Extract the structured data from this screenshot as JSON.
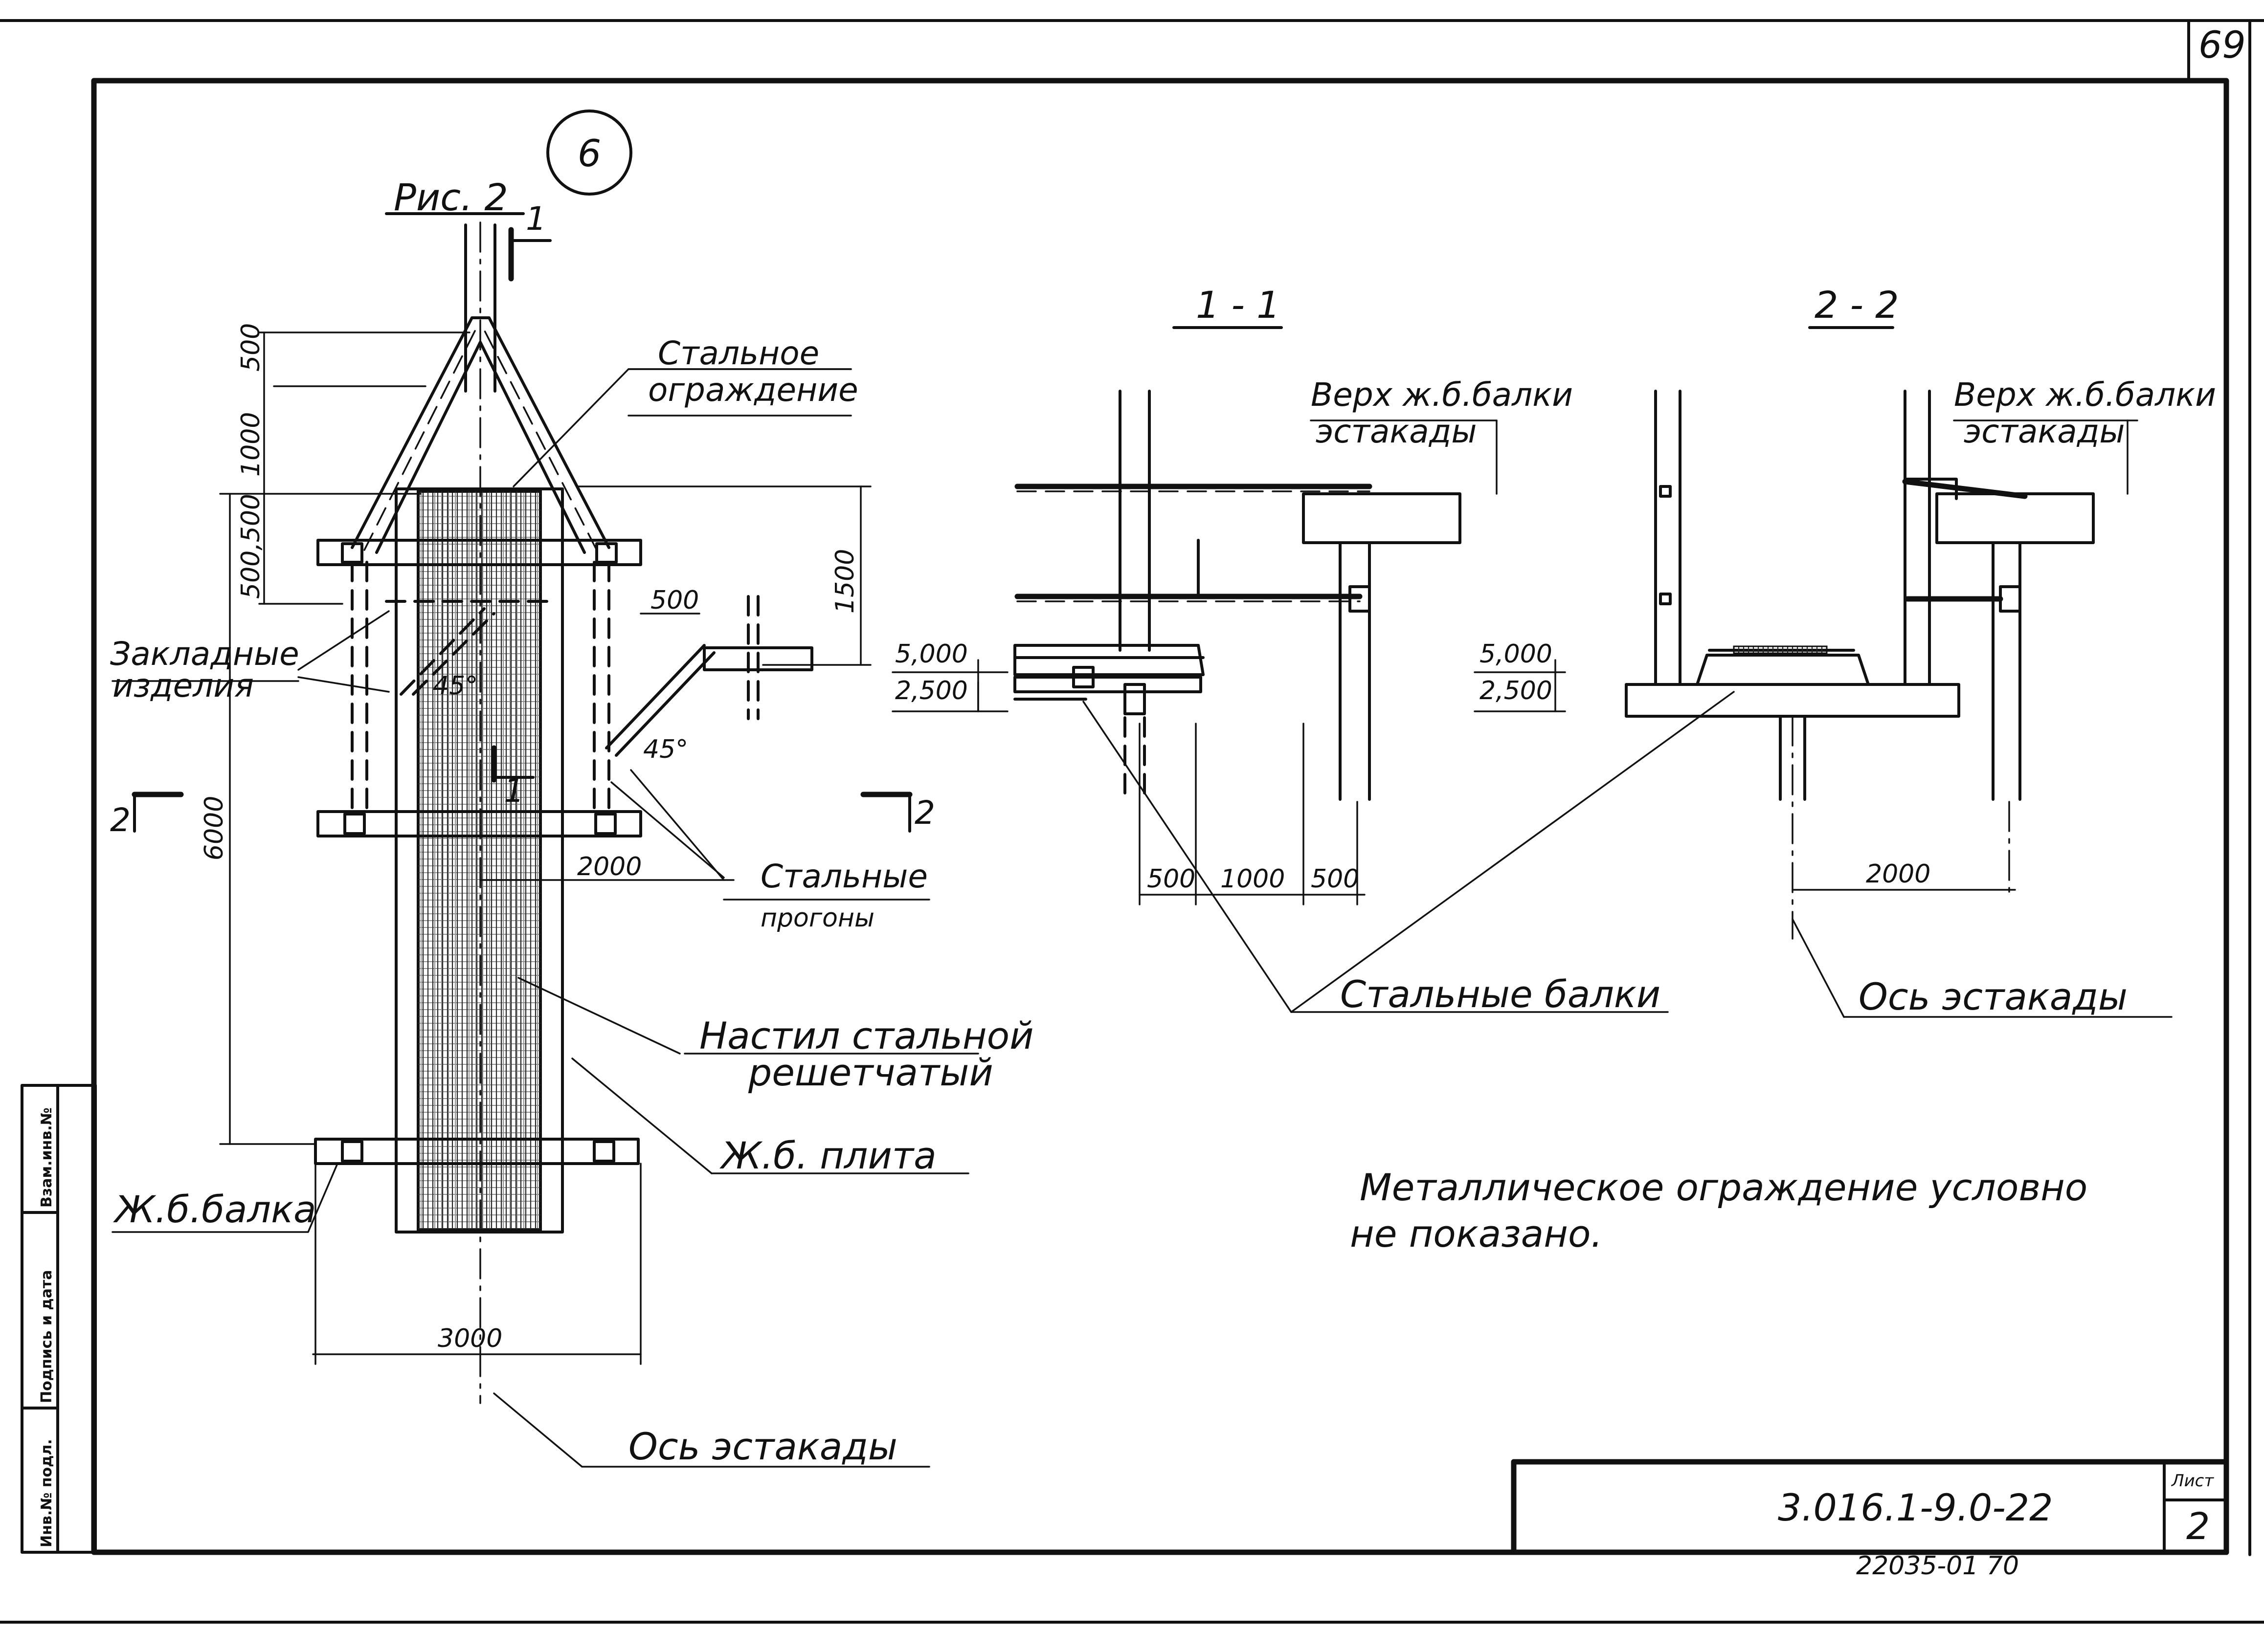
{
  "sheet": {
    "page_number": "69",
    "detail_number": "6",
    "figure_title": "Рис. 2",
    "doc_code": "3.016.1-9.0-22",
    "sheet_label": "Лист",
    "sheet_number": "2",
    "archive_number": "22035-01 70",
    "side_stamps": [
      "Инв.№ подл.",
      "Подпись и дата",
      "Взам.инв.№"
    ]
  },
  "plan": {
    "section_marks": [
      "1",
      "1",
      "2",
      "2"
    ],
    "labels": {
      "steel_fence": [
        "Стальное",
        "ограждение"
      ],
      "embedded": [
        "Закладные",
        "изделия"
      ],
      "purlins": [
        "Стальные",
        "прогоны"
      ],
      "grating": [
        "Настил стальной",
        "решетчатый"
      ],
      "slab": "Ж.б. плита",
      "beam": "Ж.б.балка",
      "axis": "Ось эстакады"
    },
    "dims": {
      "d500a": "500",
      "d1000": "1000",
      "d500b": "500,500",
      "d6000": "6000",
      "d1500": "1500",
      "d500c": "500",
      "d2000": "2000",
      "d3000": "3000",
      "ang1": "45°",
      "ang2": "45°"
    }
  },
  "section_1": {
    "title": "1 - 1",
    "top_label": [
      "Верх ж.б.балки",
      "эстакады"
    ],
    "elev_top": "5,000",
    "elev_bot": "2,500",
    "dims": [
      "500",
      "1000",
      "500"
    ]
  },
  "section_2": {
    "title": "2 - 2",
    "top_label": [
      "Верх ж.б.балки",
      "эстакады"
    ],
    "elev_top": "5,000",
    "elev_bot": "2,500",
    "dim": "2000",
    "axis": "Ось эстакады"
  },
  "common": {
    "steel_beams": "Стальные балки",
    "note": [
      "Металлическое ограждение условно",
      "не показано."
    ]
  }
}
